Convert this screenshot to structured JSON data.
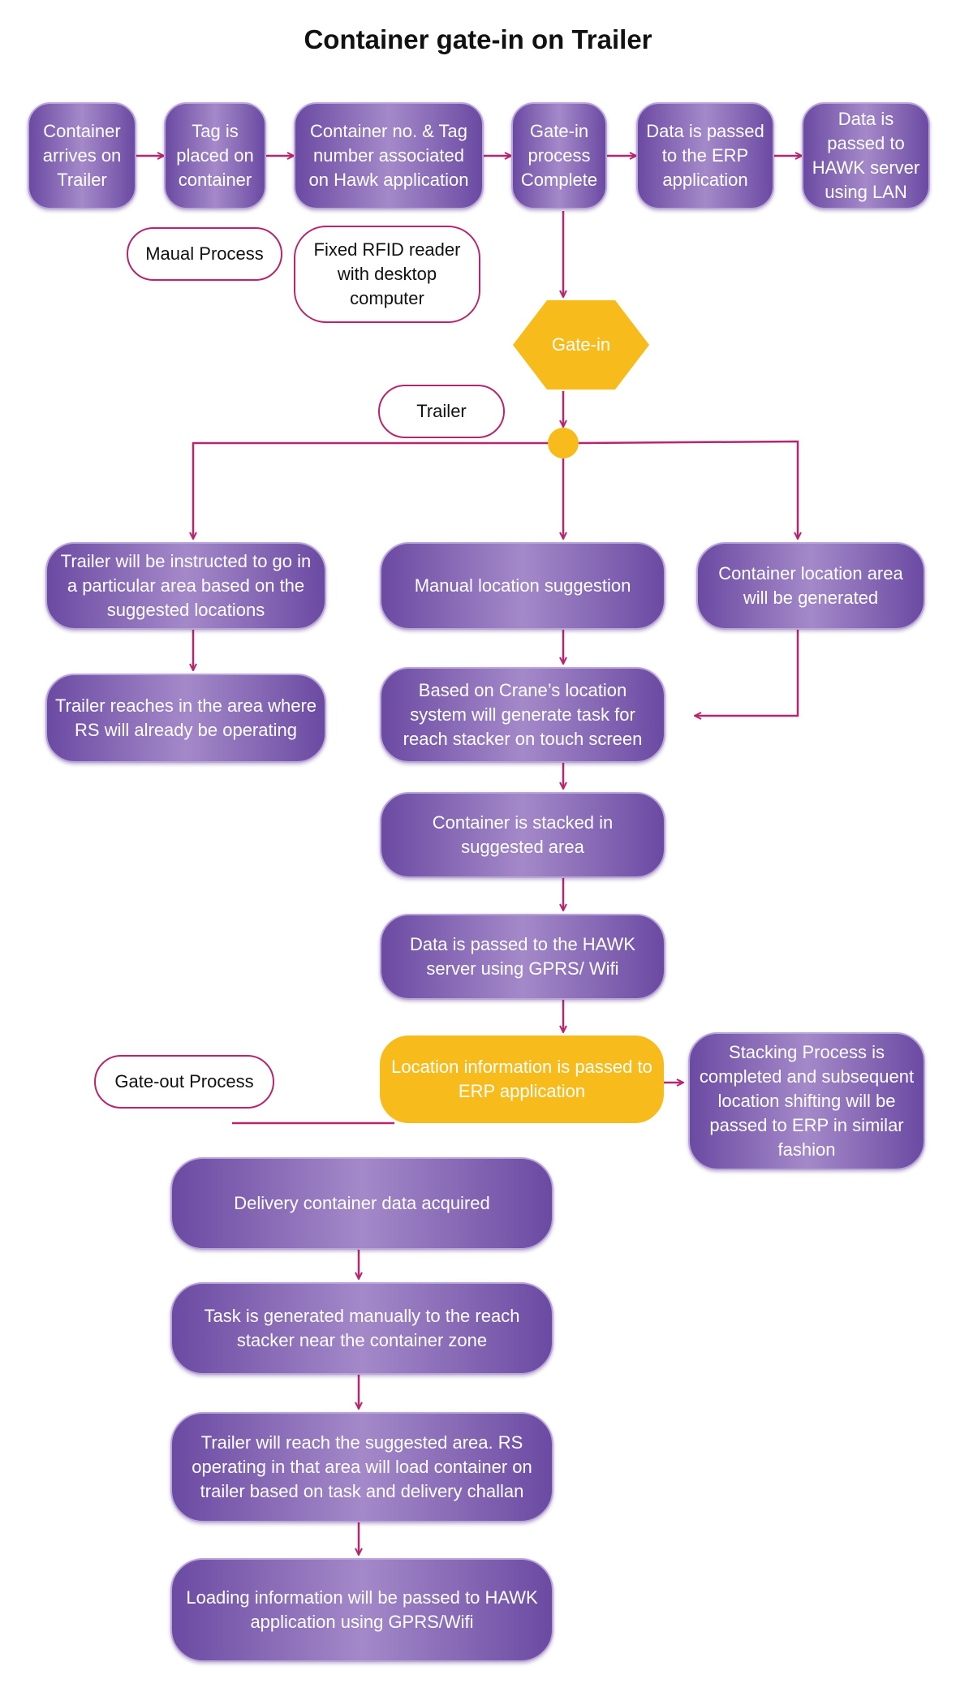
{
  "title": "Container gate-in on Trailer",
  "colors": {
    "node": "#7a5aae",
    "highlight": "#f8bb1c",
    "connector": "#b8246e",
    "note_border": "#b8246e"
  },
  "nodes": {
    "container_arrives": "Container arrives on Trailer",
    "tag_placed": "Tag is placed on container",
    "container_tag_associated": "Container no. & Tag number associated on Hawk application",
    "gate_in_complete": "Gate-in process Complete",
    "data_to_erp": "Data is passed to the ERP application",
    "data_to_hawk_lan": "Data is passed to HAWK server using LAN",
    "gate_in": "Gate-in",
    "trailer_instructed": "Trailer will be instructed to go in a particular area based on the suggested locations",
    "trailer_reaches": "Trailer reaches in the area where RS will already be operating",
    "manual_location": "Manual location suggestion",
    "container_location_generated": "Container location area will be generated",
    "crane_task": "Based on Crane’s location system will generate task for reach stacker on touch screen",
    "container_stacked": "Container is stacked in suggested area",
    "data_to_hawk_gprs": "Data is passed to the HAWK server using GPRS/ Wifi",
    "location_to_erp": "Location information is passed to ERP application",
    "stacking_complete": "Stacking Process is completed and subsequent location shifting will be passed to ERP in similar fashion",
    "delivery_acquired": "Delivery container data acquired",
    "task_manual": "Task is generated manually to the reach stacker near the container zone",
    "trailer_reach_suggested": "Trailer will reach the suggested area. RS operating in that area will load container on trailer based on task and delivery challan",
    "loading_info": "Loading information will be passed to HAWK application using GPRS/Wifi"
  },
  "notes": {
    "manual_process": "Maual Process",
    "fixed_rfid": "Fixed RFID reader with desktop computer",
    "trailer": "Trailer",
    "gate_out": "Gate-out Process"
  }
}
